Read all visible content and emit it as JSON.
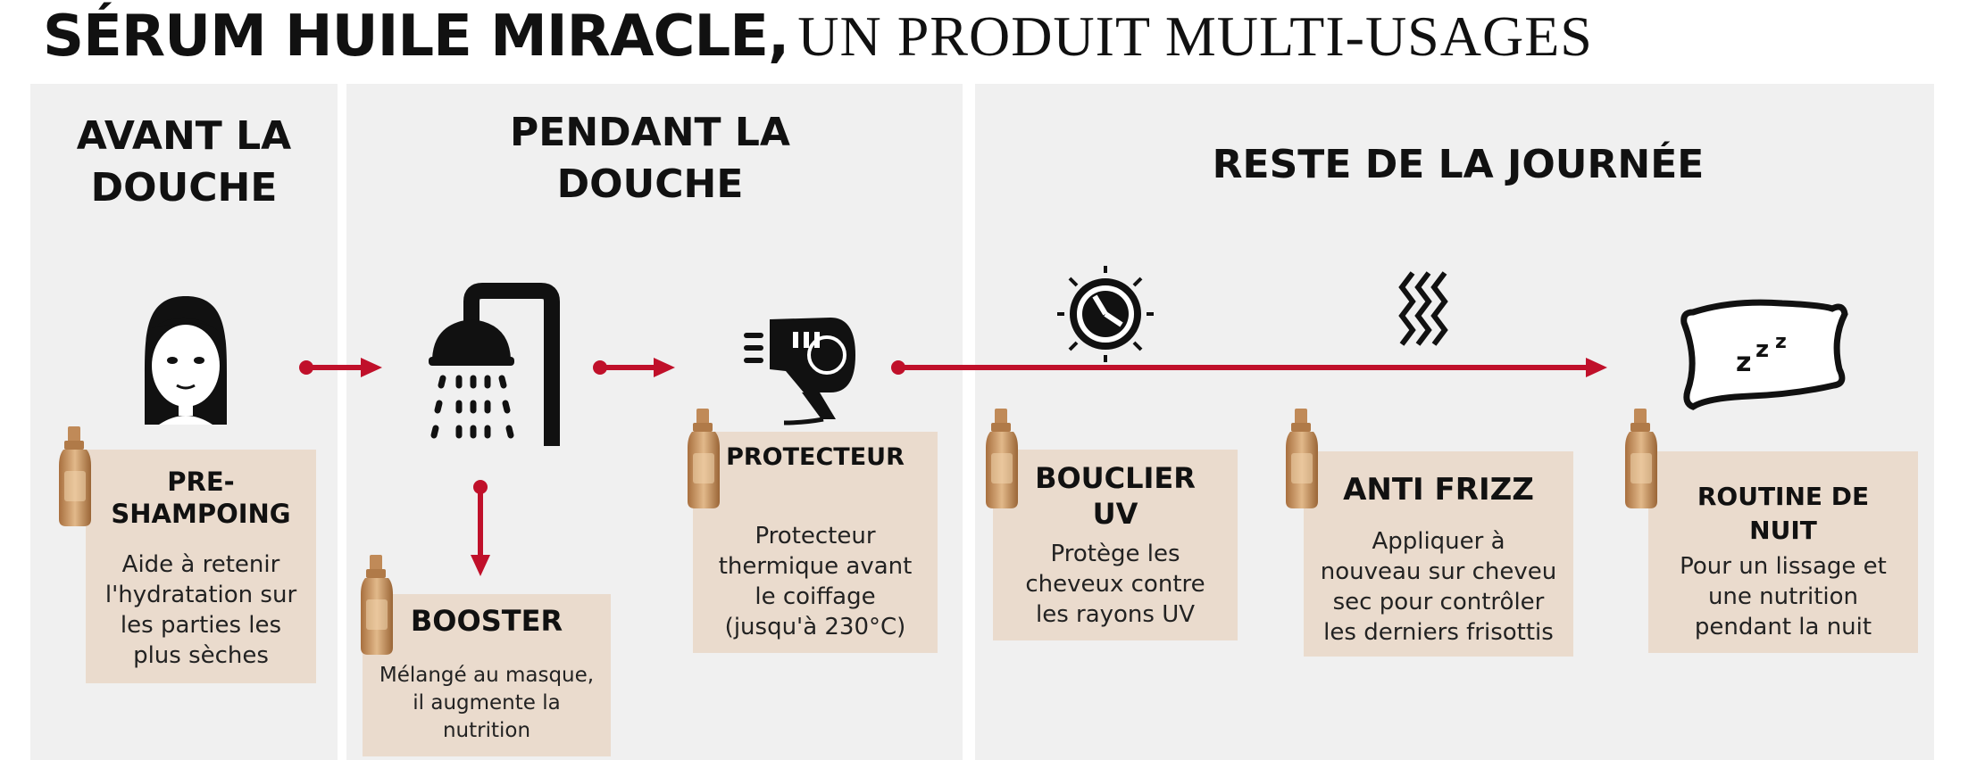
{
  "title": {
    "bold": "SÉRUM HUILE MIRACLE,",
    "light": "UN PRODUIT MULTI-USAGES"
  },
  "panels": [
    {
      "heading_l1": "AVANT LA",
      "heading_l2": "DOUCHE"
    },
    {
      "heading_l1": "PENDANT LA",
      "heading_l2": "DOUCHE"
    },
    {
      "heading": "RESTE DE LA JOURNÉE"
    }
  ],
  "steps": [
    {
      "title_l1": "PRE-",
      "title_l2": "SHAMPOING",
      "desc": [
        "Aide à retenir",
        "l'hydratation sur",
        "les parties les",
        "plus sèches"
      ]
    },
    {
      "title": "BOOSTER",
      "desc": [
        "Mélangé au masque,",
        "il augmente la",
        "nutrition"
      ]
    },
    {
      "title": "PROTECTEUR",
      "desc": [
        "Protecteur",
        "thermique avant",
        "le coiffage",
        "(jusqu'à 230°C)"
      ]
    },
    {
      "title_l1": "BOUCLIER",
      "title_l2": "UV",
      "desc": [
        "Protège les",
        "cheveux contre",
        "les rayons UV"
      ]
    },
    {
      "title": "ANTI FRIZZ",
      "desc": [
        "Appliquer à",
        "nouveau sur cheveu",
        "sec pour contrôler",
        "les derniers frisottis"
      ]
    },
    {
      "title_l1": "ROUTINE DE",
      "title_l2": "NUIT",
      "desc": [
        "Pour un lissage et",
        "une nutrition",
        "pendant la nuit"
      ]
    }
  ],
  "icons": [
    "woman-face-icon",
    "shower-icon",
    "hair-dryer-icon",
    "sun-timer-icon",
    "heat-waves-icon",
    "sleeping-pillow-icon",
    "serum-bottle-icon"
  ],
  "colors": {
    "arrow": "#c0102a",
    "panel": "#f0f0f0",
    "card": "#eadbcd",
    "bottle": "#c89868"
  }
}
